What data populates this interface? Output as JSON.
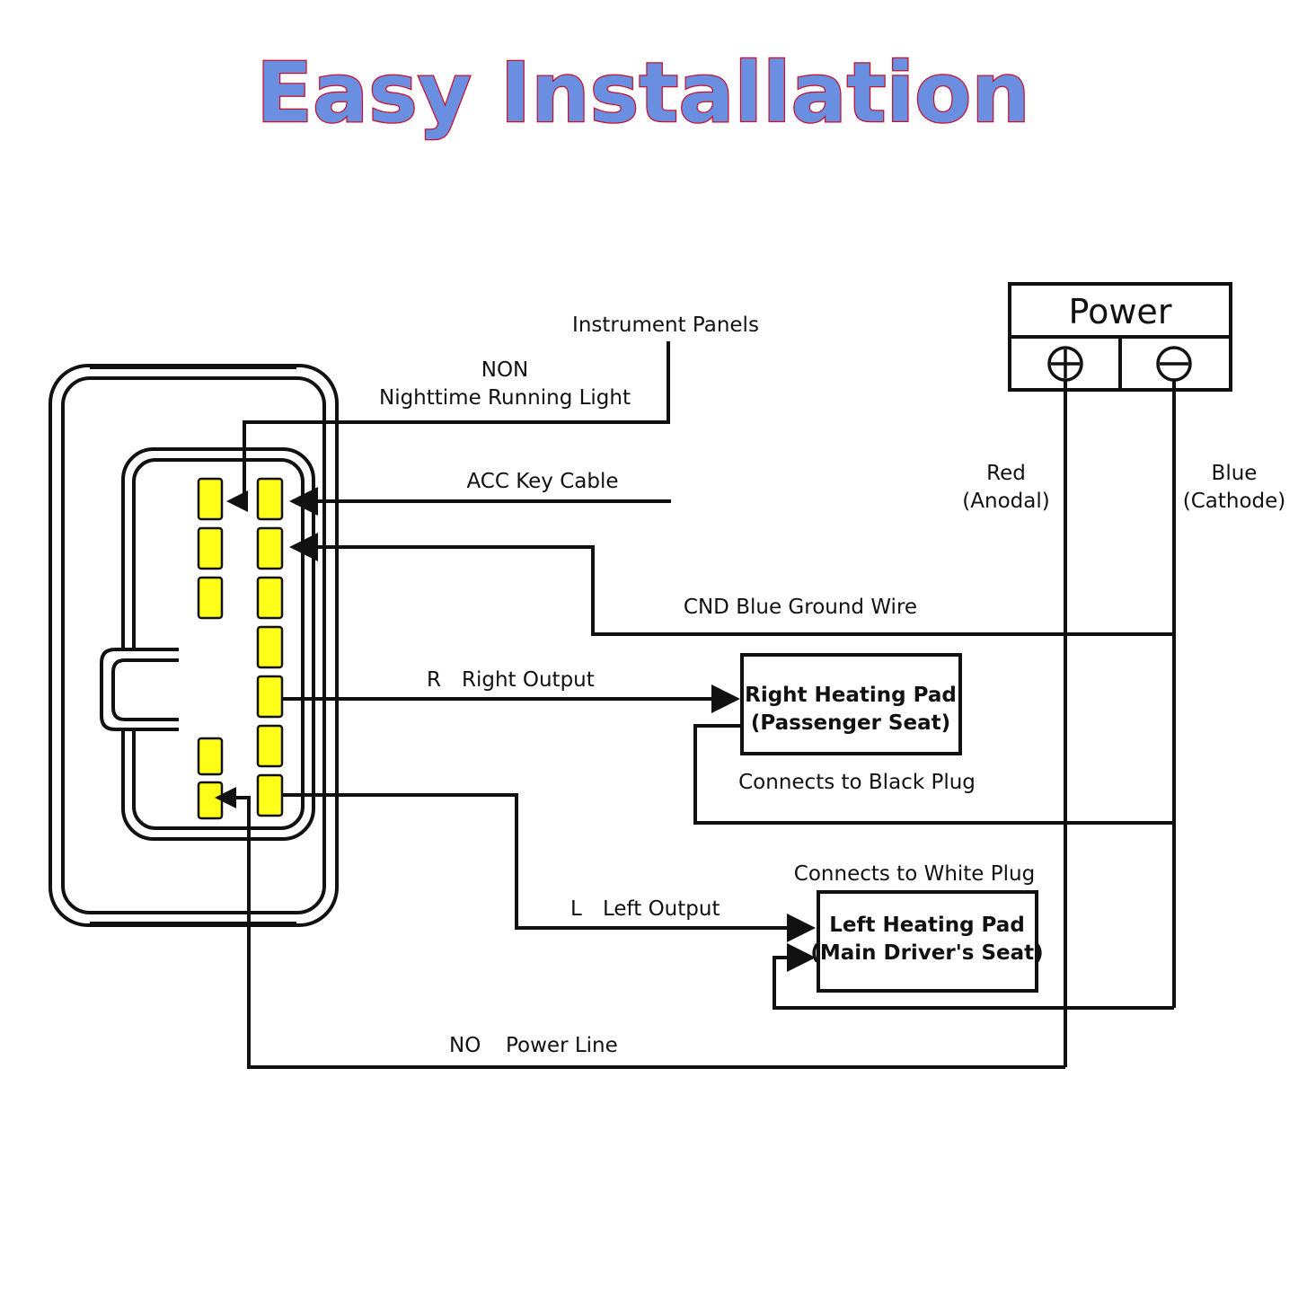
{
  "title": "Easy Installation",
  "power": {
    "label": "Power"
  },
  "labels": {
    "instrument_panels": "Instrument Panels",
    "non": "NON",
    "nighttime_running_light": "Nighttime Running Light",
    "acc_key_cable": "ACC Key Cable",
    "cnd_blue_ground_wire": "CND Blue Ground Wire",
    "right_prefix": "R",
    "right_output": "Right Output",
    "left_prefix": "L",
    "left_output": "Left Output",
    "no_prefix": "NO",
    "power_line": "Power Line",
    "red": "Red",
    "anodal": "(Anodal)",
    "blue": "Blue",
    "cathode": "(Cathode)",
    "connects_black_plug": "Connects to Black Plug",
    "connects_white_plug": "Connects to White Plug"
  },
  "right_pad": {
    "line1": "Right Heating Pad",
    "line2": "(Passenger Seat)"
  },
  "left_pad": {
    "line1": "Left Heating Pad",
    "line2": "(Main Driver's Seat)"
  },
  "colors": {
    "title_fill": "#6a8ee0",
    "title_outline": "#c8102e",
    "pin": "#ffff1a",
    "line": "#111111"
  }
}
